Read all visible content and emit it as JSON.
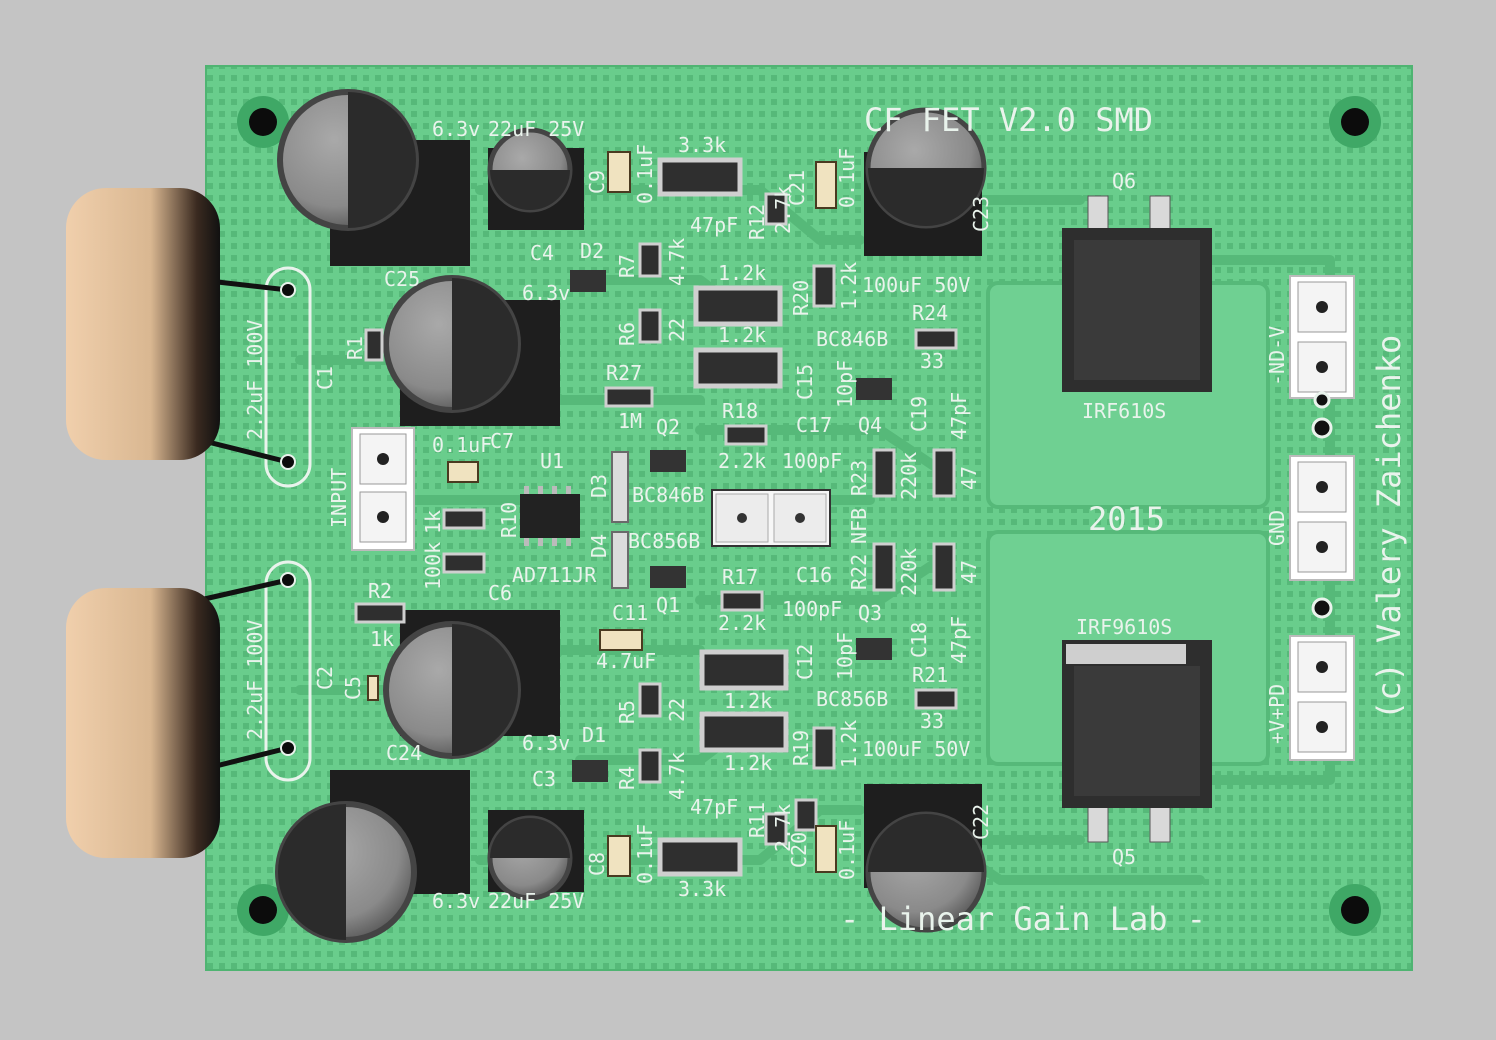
{
  "board": {
    "title": "CF FET V2.0 SMD",
    "year": "2015",
    "footer": "- Linear Gain Lab -",
    "author": "(c) Valery Zaichenko",
    "colors": {
      "background": "#c4c4c4",
      "pcb": "#69cd8c",
      "pcb_dark": "#4fb472",
      "silk": "#e9f3ec",
      "component": "#2e2e2e",
      "cap_body": "#8a8a8a",
      "film_cap": "#e6c7a6"
    }
  },
  "labels": {
    "c25": "C25",
    "c4": "C4",
    "c9": "C9",
    "d2": "D2",
    "r7": "R7",
    "r12": "R12",
    "c21": "C21",
    "c23": "C23",
    "q6": "Q6",
    "r1": "R1",
    "c1": "C1",
    "c7": "C7",
    "r6": "R6",
    "r27": "R27",
    "r20": "R20",
    "r24": "R24",
    "q2": "Q2",
    "u1": "U1",
    "d3": "D3",
    "r18": "R18",
    "c15": "C15",
    "c17": "C17",
    "q4": "Q4",
    "c19": "C19",
    "r23": "R23",
    "r10": "R10",
    "d4": "D4",
    "nfb": "NFB",
    "r22": "R22",
    "r2": "R2",
    "c6": "C6",
    "c11": "C11",
    "q1": "Q1",
    "r17": "R17",
    "c16": "C16",
    "q3": "Q3",
    "c18": "C18",
    "r21": "R21",
    "c2": "C2",
    "c5": "C5",
    "c24": "C24",
    "r5": "R5",
    "c12": "C12",
    "r19": "R19",
    "d1": "D1",
    "c3": "C3",
    "r4": "R4",
    "r11": "R11",
    "c20": "C20",
    "c22": "C22",
    "q5": "Q5",
    "c8": "C8",
    "input": "INPUT",
    "gnd": "GND"
  },
  "values": {
    "v_6_3": "6.3v",
    "v_22uf_25v": "22uF  25V",
    "v_3_3k": "3.3k",
    "v_0_1uf": "0.1uF",
    "v_47pf": "47pF",
    "v_4_7k": "4.7k",
    "v_1_2k": "1.2k",
    "v_2_7k": "2.7k",
    "v_100uf_50v": "100uF  50V",
    "v_22": "22",
    "v_33": "33",
    "v_1m": "1M",
    "v_10pf": "10pF",
    "v_100pf": "100pF",
    "v_2_2k": "2.2k",
    "v_220k": "220k",
    "v_47": "47",
    "v_2_2uf_100v": "2.2uF 100V",
    "v_1k": "1k",
    "v_100k": "100k",
    "v_4_7uf": "4.7uF",
    "v_22uf_25v_bot": "22uF  25V"
  },
  "parts": {
    "bc846b": "BC846B",
    "bc856b": "BC856B",
    "ad711": "AD711JR",
    "irf610s": "IRF610S",
    "irf9610s": "IRF9610S"
  },
  "connectors": {
    "minus": "-ND-V",
    "plus": "+V+PD",
    "gnd": "GND",
    "input": "INPUT"
  }
}
